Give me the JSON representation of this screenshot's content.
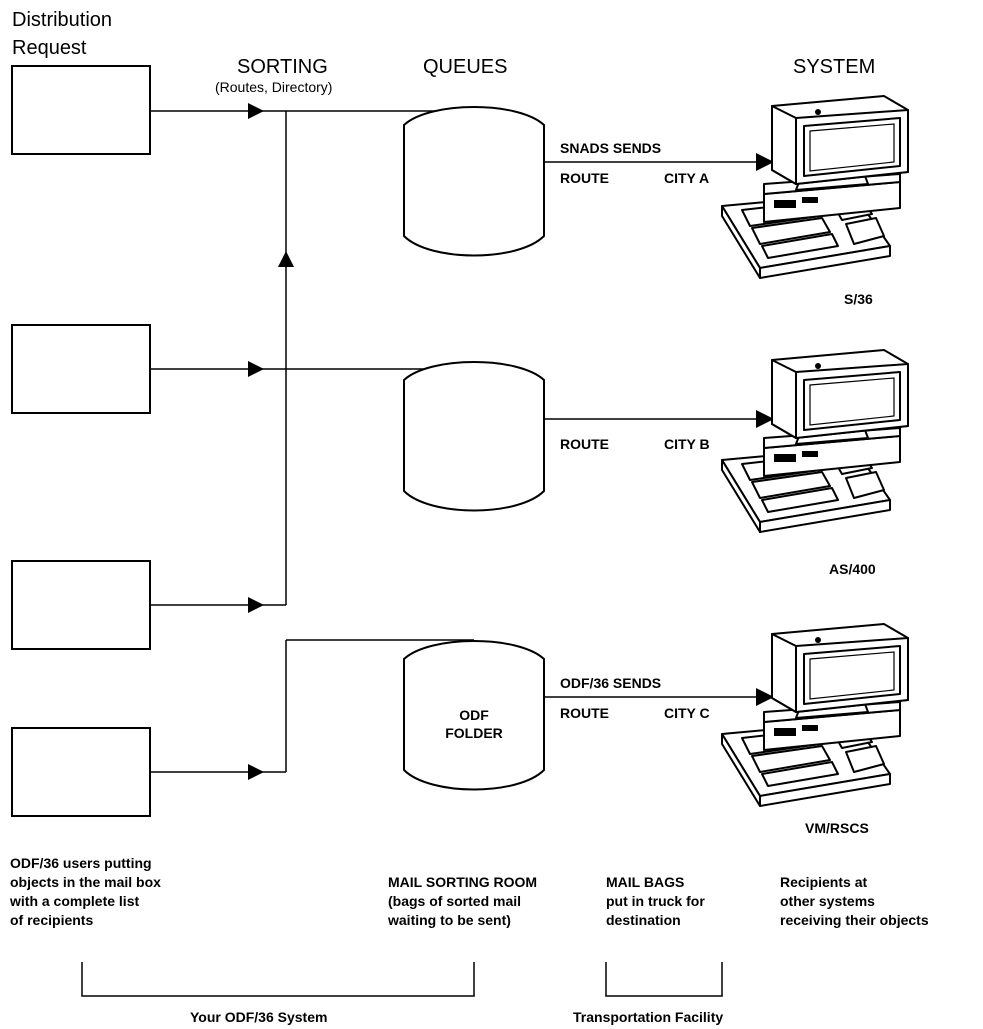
{
  "headers": {
    "distribution_request_line1": "Distribution",
    "distribution_request_line2": "Request",
    "sorting": "SORTING",
    "sorting_sub": "(Routes, Directory)",
    "queues": "QUEUES",
    "system": "SYSTEM"
  },
  "queues": [
    {
      "label_line1": "",
      "label_line2": ""
    },
    {
      "label_line1": "",
      "label_line2": ""
    },
    {
      "label_line1": "ODF",
      "label_line2": "FOLDER"
    }
  ],
  "routes": [
    {
      "sends": "SNADS SENDS",
      "route": "ROUTE",
      "city": "CITY A"
    },
    {
      "sends": "",
      "route": "ROUTE",
      "city": "CITY B"
    },
    {
      "sends": "ODF/36 SENDS",
      "route": "ROUTE",
      "city": "CITY C"
    }
  ],
  "systems": [
    {
      "name": "S/36",
      "icon": "computer-terminal-icon"
    },
    {
      "name": "AS/400",
      "icon": "computer-terminal-icon"
    },
    {
      "name": "VM/RSCS",
      "icon": "computer-terminal-icon"
    }
  ],
  "captions": {
    "users": [
      "ODF/36 users putting",
      "objects in the mail box",
      "with a complete list",
      "of recipients"
    ],
    "sorting_room": [
      "MAIL SORTING ROOM",
      "(bags of sorted mail",
      "waiting to be sent)"
    ],
    "mail_bags": [
      "MAIL BAGS",
      "put in truck for",
      "destination"
    ],
    "recipients": [
      "Recipients at",
      "other systems",
      "receiving their objects"
    ]
  },
  "brackets": {
    "your_system": "Your ODF/36 System",
    "transportation": "Transportation Facility"
  }
}
